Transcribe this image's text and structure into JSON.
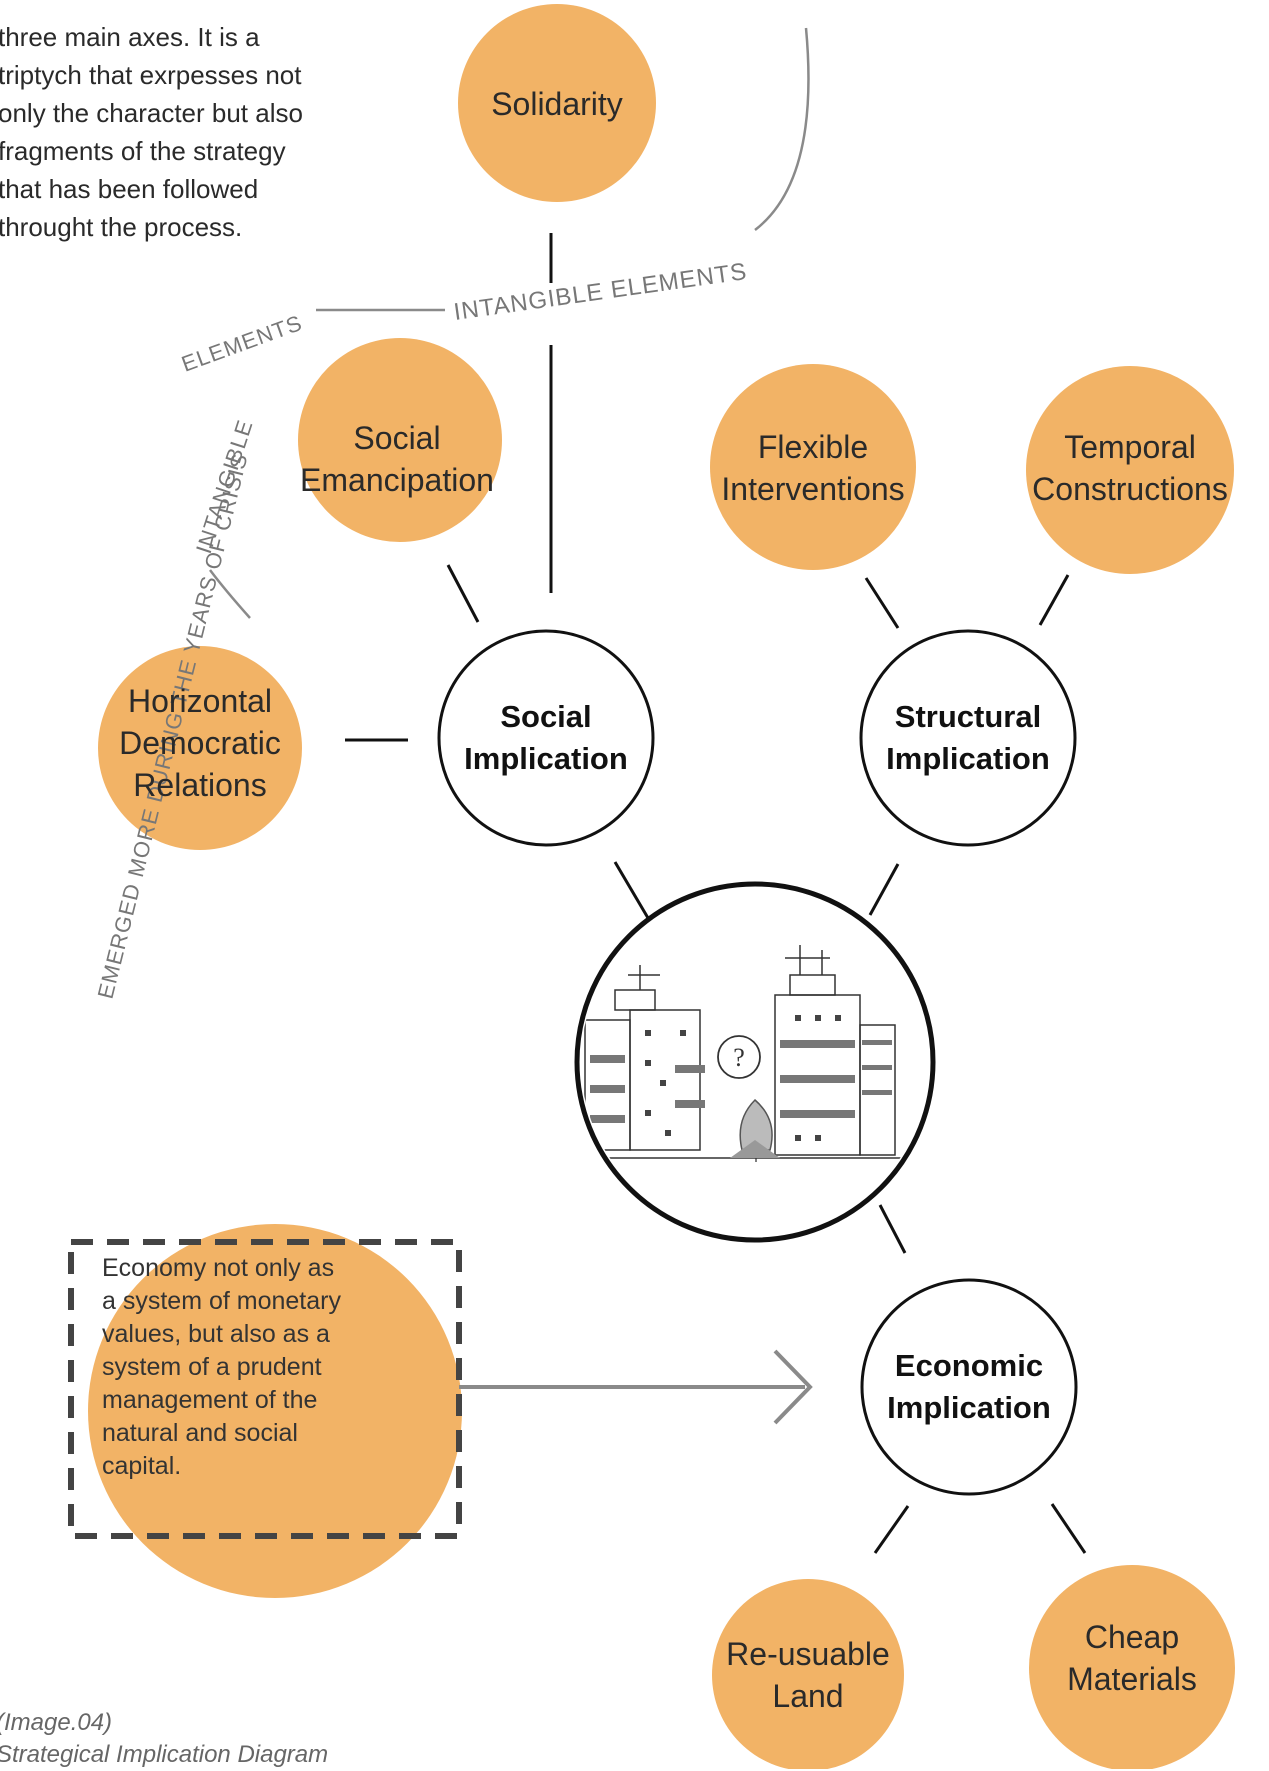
{
  "intro_text": [
    "three main axes. It is a",
    "triptych that exrpesses not",
    "only the character but also",
    "fragments of the strategy",
    "that has been followed",
    "throught the process."
  ],
  "labels": {
    "intangible_elements_top": "INTANGIBLE  ELEMENTS",
    "intangible_elements_left_a": "ELEMENTS",
    "intangible_elements_left_b": "INTANGIBLE",
    "emerged_crisis": "EMERGED MORE DURING THE YEARS OF CRISIS"
  },
  "nodes": {
    "solidarity": [
      "Solidarity"
    ],
    "social_emancipation": [
      "Social",
      "Emancipation"
    ],
    "flexible_interventions": [
      "Flexible",
      "Interventions"
    ],
    "temporal_constructions": [
      "Temporal",
      "Constructions"
    ],
    "horizontal_democratic": [
      "Horizontal",
      "Democratic",
      "Relations"
    ],
    "social_implication": [
      "Social",
      "Implication"
    ],
    "structural_implication": [
      "Structural",
      "Implication"
    ],
    "economic_implication": [
      "Economic",
      "Implication"
    ],
    "reusable_land": [
      "Re-usuable",
      "Land"
    ],
    "cheap_materials": [
      "Cheap",
      "Materials"
    ]
  },
  "economy_note": [
    "Economy not only as",
    "a system of monetary",
    "values, but also as a",
    "system of a prudent",
    "management of the",
    "natural and social",
    "capital."
  ],
  "caption": {
    "line1": "(Image.04)",
    "line2": "Strategical Implication Diagram"
  },
  "colors": {
    "accent_orange": "#F2B366",
    "line": "#111111",
    "grey_line": "#8a8a8a",
    "dashed_box": "#444444"
  },
  "icons": {
    "center_illustration": "building-sketch-icon",
    "question": "question-mark-icon"
  }
}
